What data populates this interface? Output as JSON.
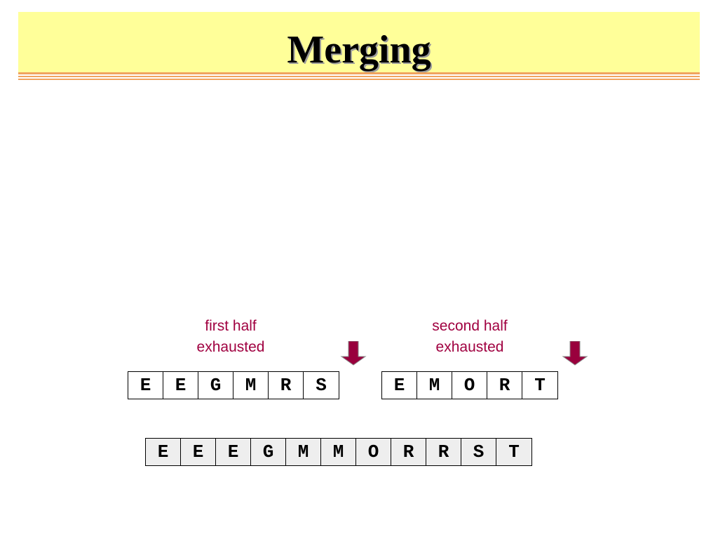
{
  "slide": {
    "title": "Merging"
  },
  "first_half": {
    "label_line1": "first half",
    "label_line2": "exhausted",
    "cells": [
      "E",
      "E",
      "G",
      "M",
      "R",
      "S"
    ]
  },
  "second_half": {
    "label_line1": "second half",
    "label_line2": "exhausted",
    "cells": [
      "E",
      "M",
      "O",
      "R",
      "T"
    ]
  },
  "output": {
    "cells": [
      "E",
      "E",
      "E",
      "G",
      "M",
      "M",
      "O",
      "R",
      "R",
      "S",
      "T"
    ]
  },
  "colors": {
    "title_bg": "#ffff99",
    "rule": "#f0a35e",
    "label": "#a00040",
    "arrow": "#99003d"
  }
}
